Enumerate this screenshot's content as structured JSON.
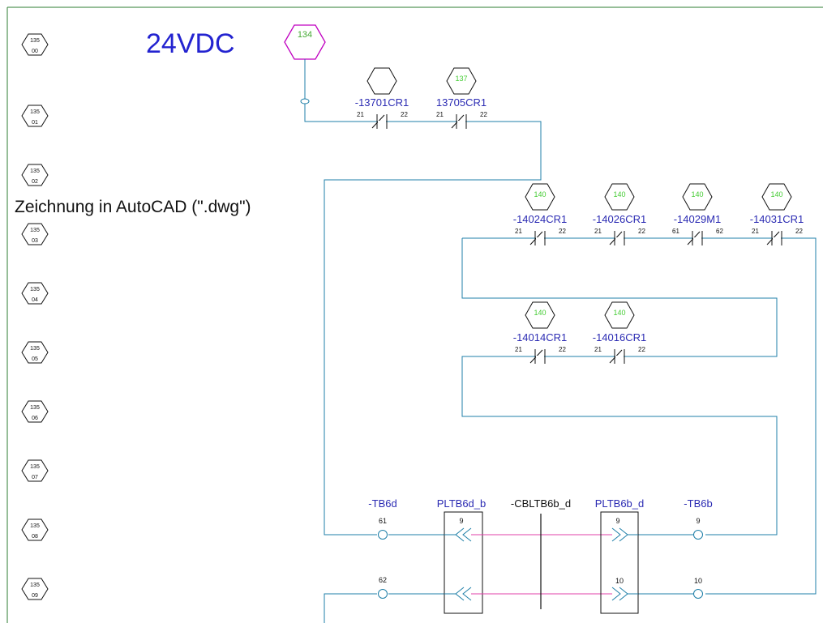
{
  "header": {
    "title": "24VDC",
    "subtitle": "Zeichnung in AutoCAD (\".dwg\")"
  },
  "colors": {
    "wire": "#1f7fa8",
    "label": "#2b2bb3",
    "refnum": "#44cc33",
    "magenta": "#c000c0",
    "pink_wire": "#e040a8",
    "black": "#000000"
  },
  "ladder": {
    "rungs": [
      {
        "top": "135",
        "bottom": "00"
      },
      {
        "top": "135",
        "bottom": "01"
      },
      {
        "top": "135",
        "bottom": "02"
      },
      {
        "top": "135",
        "bottom": "03"
      },
      {
        "top": "135",
        "bottom": "04"
      },
      {
        "top": "135",
        "bottom": "05"
      },
      {
        "top": "135",
        "bottom": "06"
      },
      {
        "top": "135",
        "bottom": "07"
      },
      {
        "top": "135",
        "bottom": "08"
      },
      {
        "top": "135",
        "bottom": "09"
      }
    ]
  },
  "source": {
    "ref": "134"
  },
  "contacts": [
    {
      "ref": "",
      "name": "-13701CR1",
      "pin_left": "21",
      "pin_right": "22"
    },
    {
      "ref": "137",
      "name": "13705CR1",
      "pin_left": "21",
      "pin_right": "22"
    },
    {
      "ref": "140",
      "name": "-14024CR1",
      "pin_left": "21",
      "pin_right": "22"
    },
    {
      "ref": "140",
      "name": "-14026CR1",
      "pin_left": "21",
      "pin_right": "22"
    },
    {
      "ref": "140",
      "name": "-14029M1",
      "pin_left": "61",
      "pin_right": "62"
    },
    {
      "ref": "140",
      "name": "-14031CR1",
      "pin_left": "21",
      "pin_right": "22"
    },
    {
      "ref": "140",
      "name": "-14014CR1",
      "pin_left": "21",
      "pin_right": "22"
    },
    {
      "ref": "140",
      "name": "-14016CR1",
      "pin_left": "21",
      "pin_right": "22"
    }
  ],
  "terminals": {
    "tb6d": {
      "name": "-TB6d",
      "pin_top": "61",
      "pin_bottom": "62"
    },
    "pltb6d_b": {
      "name": "PLTB6d_b",
      "pin_top": "9"
    },
    "cable": {
      "name": "-CBLTB6b_d"
    },
    "pltb6b_d": {
      "name": "PLTB6b_d",
      "pin_top": "9",
      "pin_bottom": "10"
    },
    "tb6b": {
      "name": "-TB6b",
      "pin_top": "9",
      "pin_bottom": "10"
    }
  }
}
